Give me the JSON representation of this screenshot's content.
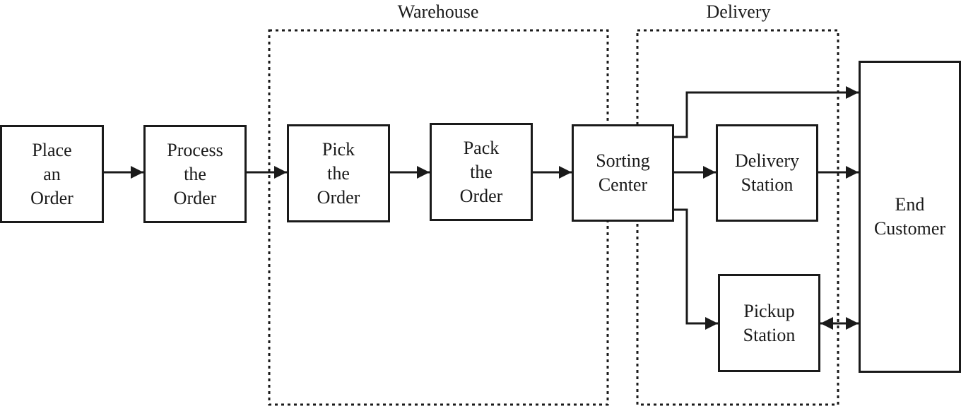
{
  "groups": {
    "warehouse": "Warehouse",
    "delivery": "Delivery"
  },
  "nodes": {
    "place_order": "Place\nan\nOrder",
    "process_order": "Process\nthe\nOrder",
    "pick_order": "Pick\nthe\nOrder",
    "pack_order": "Pack\nthe\nOrder",
    "sorting_center": "Sorting\nCenter",
    "delivery_station": "Delivery\nStation",
    "pickup_station": "Pickup\nStation",
    "end_customer": "End\nCustomer"
  },
  "edges": [
    {
      "from": "place_order",
      "to": "process_order"
    },
    {
      "from": "process_order",
      "to": "pick_order"
    },
    {
      "from": "pick_order",
      "to": "pack_order"
    },
    {
      "from": "pack_order",
      "to": "sorting_center"
    },
    {
      "from": "sorting_center",
      "to": "delivery_station"
    },
    {
      "from": "sorting_center",
      "to": "end_customer"
    },
    {
      "from": "sorting_center",
      "to": "pickup_station"
    },
    {
      "from": "delivery_station",
      "to": "end_customer"
    },
    {
      "from": "pickup_station",
      "to": "end_customer",
      "bidirectional": true
    }
  ]
}
